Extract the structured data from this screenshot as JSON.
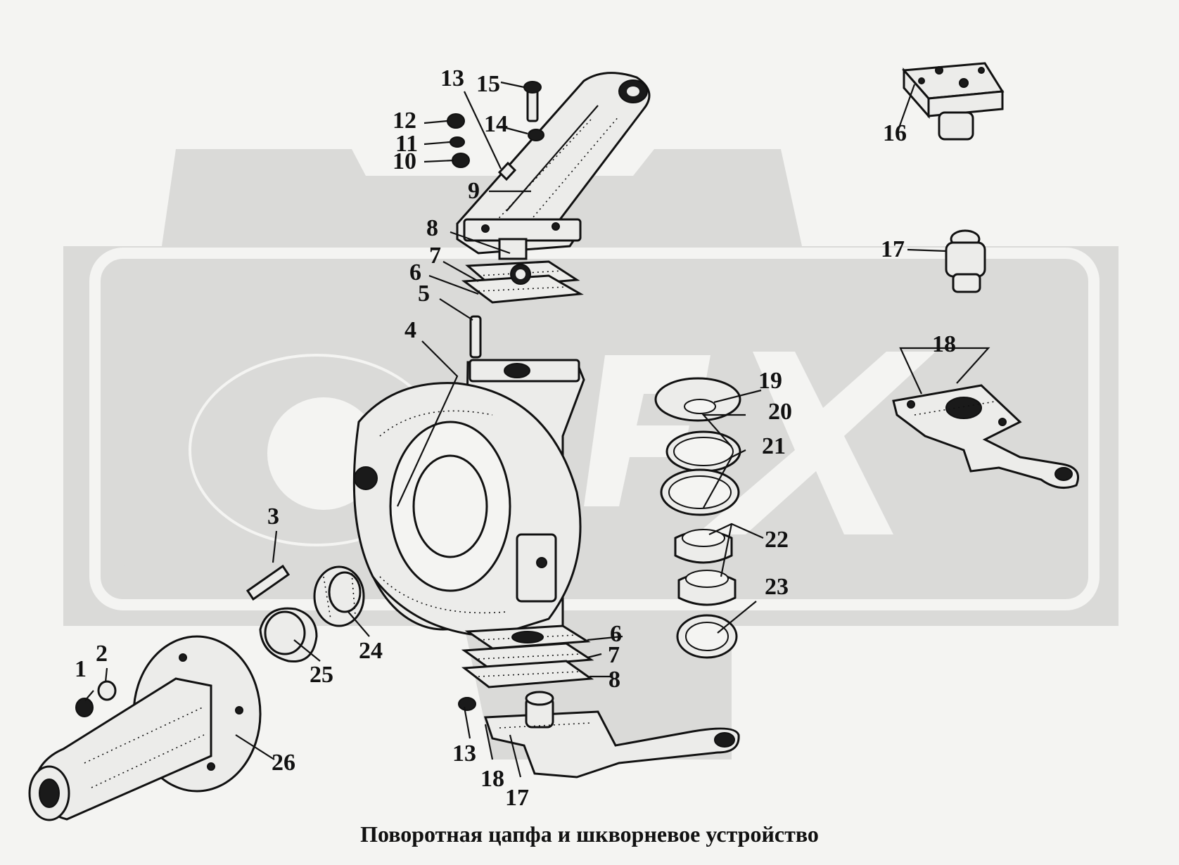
{
  "watermark": {
    "text": "OPEX",
    "color": "#dadad8"
  },
  "caption": "Поворотная цапфа и шкворневое устройство",
  "labels": {
    "n1": "1",
    "n2": "2",
    "n3": "3",
    "n4": "4",
    "n5": "5",
    "n6a": "6",
    "n6b": "6",
    "n7a": "7",
    "n7b": "7",
    "n8a": "8",
    "n8b": "8",
    "n9": "9",
    "n10": "10",
    "n11": "11",
    "n12": "12",
    "n13a": "13",
    "n13b": "13",
    "n14": "14",
    "n15": "15",
    "n16": "16",
    "n17a": "17",
    "n17b": "17",
    "n18a": "18",
    "n18b": "18",
    "n19": "19",
    "n20": "20",
    "n21": "21",
    "n22": "22",
    "n23": "23",
    "n24": "24",
    "n25": "25",
    "n26": "26"
  }
}
